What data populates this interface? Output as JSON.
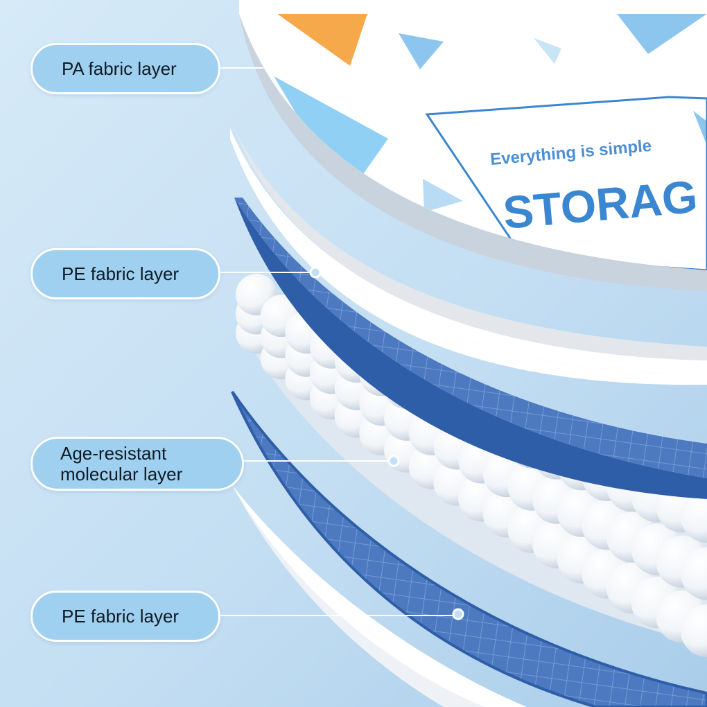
{
  "labels": {
    "pa_fabric": "PA fabric layer",
    "pe_fabric_top": "PE fabric layer",
    "age_resistant": "Age-resistant\nmolecular layer",
    "pe_fabric_bottom": "PE fabric layer"
  },
  "print": {
    "tagline": "Everything is simple",
    "word": "STORAG"
  },
  "colors": {
    "background": "#c6e0f3",
    "pill_fill": "#9fd0ef",
    "pill_border": "#ffffff",
    "grid_layer": "#3d6cb4",
    "print_blue": "#3a86d1",
    "print_orange": "#f6a94a",
    "pa_layer": "#ffffff"
  }
}
